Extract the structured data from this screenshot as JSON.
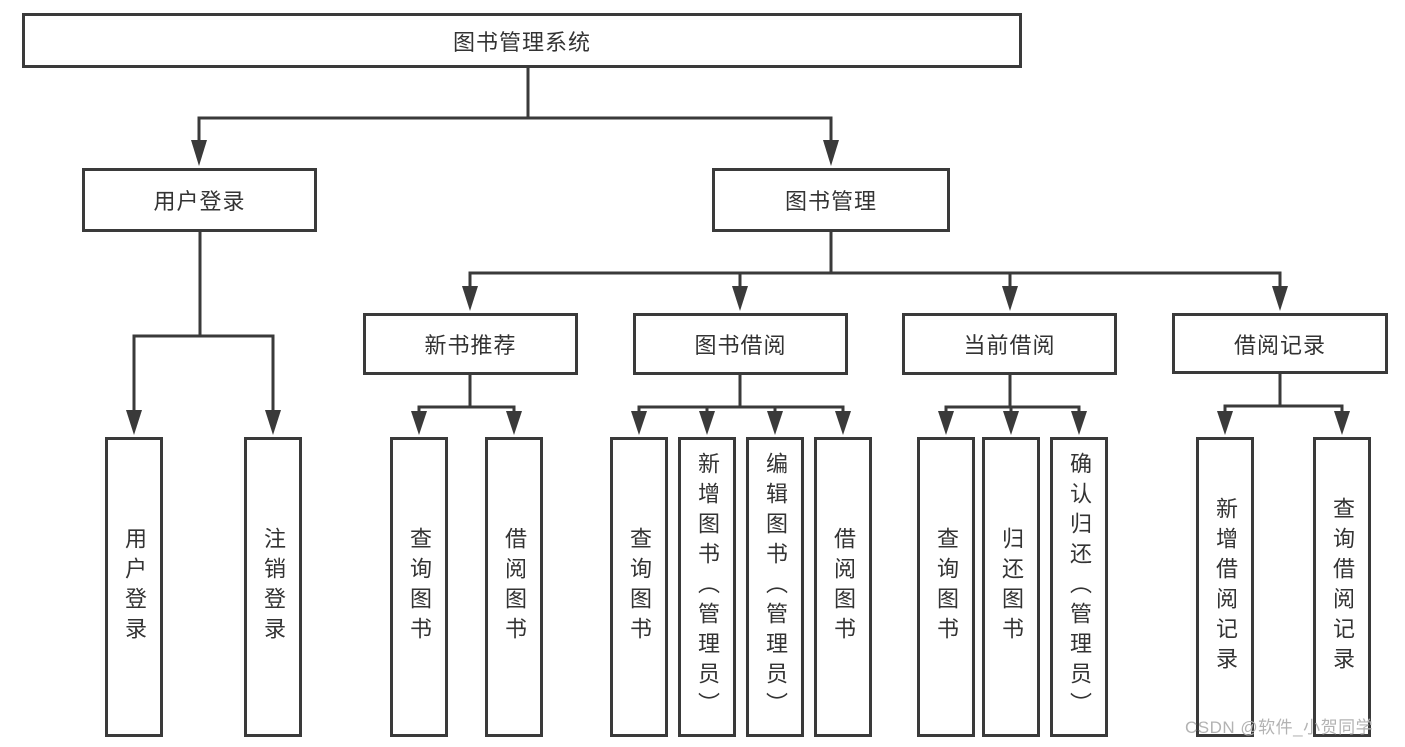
{
  "colors": {
    "line": "#3a3a3a",
    "border": "#3a3a3a",
    "text": "#333333",
    "background": "#ffffff",
    "watermark": "#b3b3b3"
  },
  "tree": {
    "root": {
      "label": "图书管理系统"
    },
    "branches": [
      {
        "label": "用户登录",
        "children": [
          {
            "label": "用户登录"
          },
          {
            "label": "注销登录"
          }
        ]
      },
      {
        "label": "图书管理",
        "children": [
          {
            "label": "新书推荐",
            "children": [
              {
                "label": "查询图书"
              },
              {
                "label": "借阅图书"
              }
            ]
          },
          {
            "label": "图书借阅",
            "children": [
              {
                "label": "查询图书"
              },
              {
                "label": "新增图书（管理员）"
              },
              {
                "label": "编辑图书（管理员）"
              },
              {
                "label": "借阅图书"
              }
            ]
          },
          {
            "label": "当前借阅",
            "children": [
              {
                "label": "查询图书"
              },
              {
                "label": "归还图书"
              },
              {
                "label": "确认归还（管理员）"
              }
            ]
          },
          {
            "label": "借阅记录",
            "children": [
              {
                "label": "新增借阅记录"
              },
              {
                "label": "查询借阅记录"
              }
            ]
          }
        ]
      }
    ]
  },
  "watermark": {
    "text": "CSDN @软件_小贺同学"
  }
}
